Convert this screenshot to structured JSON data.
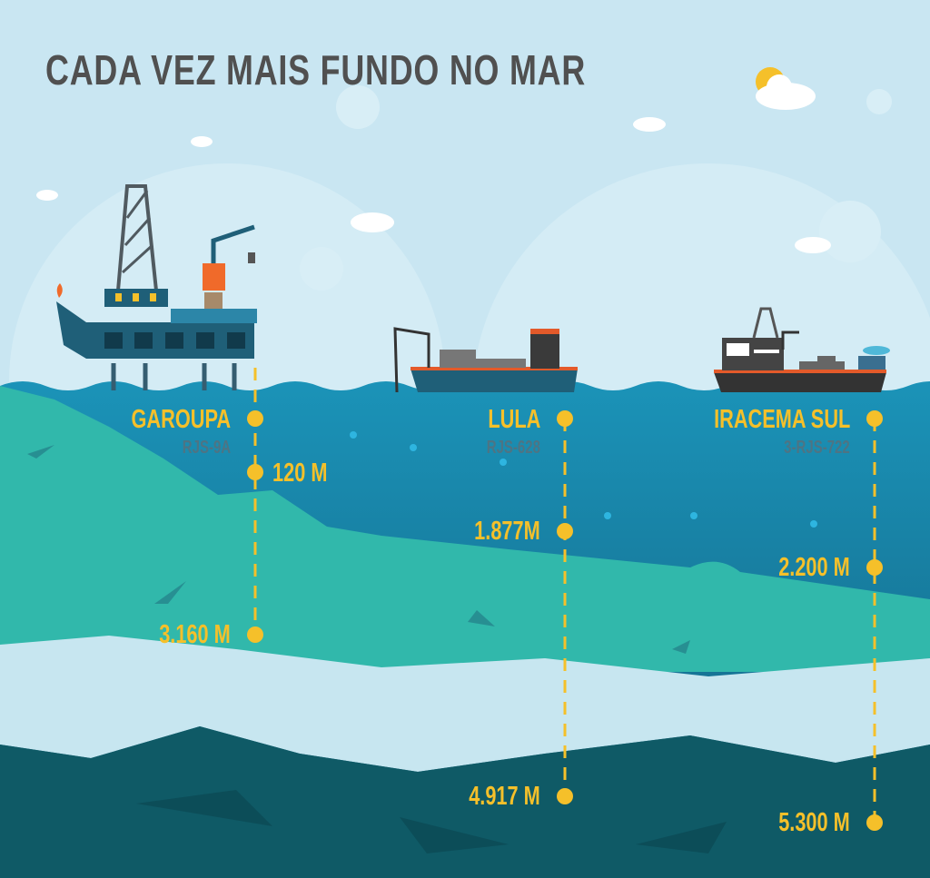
{
  "title": "CADA VEZ MAIS FUNDO NO MAR",
  "colors": {
    "sky": "#c9e6f2",
    "sea_top": "#1b93b8",
    "sea_deep": "#136683",
    "teal": "#31b8ab",
    "sand": "#c7e6f0",
    "abyss": "#0f5a66",
    "marker": "#f5c02a"
  },
  "fields": [
    {
      "name": "GAROUPA",
      "code": "RJS-9A",
      "water_depth": "120 M",
      "total_depth": "3.160 M",
      "vessel": "oil-platform"
    },
    {
      "name": "LULA",
      "code": "RJS-628",
      "water_depth": "1.877M",
      "total_depth": "4.917 M",
      "vessel": "cargo-ship"
    },
    {
      "name": "IRACEMA SUL",
      "code": "3-RJS-722",
      "water_depth": "2.200 M",
      "total_depth": "5.300 M",
      "vessel": "drill-ship"
    }
  ]
}
